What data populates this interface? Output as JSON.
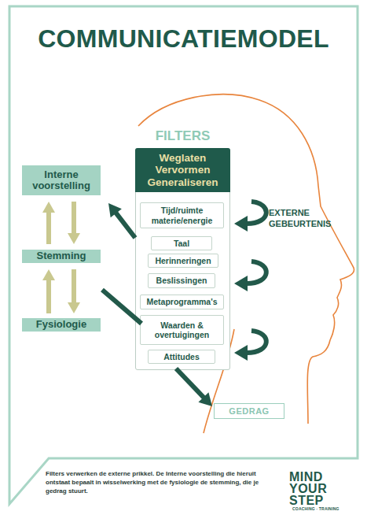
{
  "diagram": {
    "title": "COMMUNICATIEMODEL",
    "caption": "Filters verwerken de externe prikkel. De Interne voorstelling die hieruit ontstaat bepaalt in wisselwerking met de fysiologie de stemming, die je gedrag stuurt.",
    "nodes": [
      {
        "text": [
          "FILTERS",
          "Weglaten Vervormen Generaliseren"
        ]
      },
      {
        "text": [
          "Tijd/ruimte materie/energie"
        ],
        "in": 0
      },
      {
        "text": [
          "Taal"
        ],
        "in": 0
      },
      {
        "text": [
          "Herinneringen"
        ],
        "in": 0
      },
      {
        "text": [
          "Beslissingen"
        ],
        "in": 0
      },
      {
        "text": [
          "Metaprogramma's"
        ],
        "in": 0
      },
      {
        "text": [
          "Waarden & overtuigingen"
        ],
        "in": 0
      },
      {
        "text": [
          "Attitudes"
        ],
        "in": 0
      },
      {
        "text": [
          "Interne voorstelling"
        ]
      },
      {
        "text": [
          "Stemming"
        ]
      },
      {
        "text": [
          "Fysiologie"
        ]
      },
      {
        "text": [
          "GEDRAG"
        ]
      }
    ],
    "edges": [
      {
        "from": 9,
        "to": 8,
        "arrow": "to"
      },
      {
        "from": 8,
        "to": 9,
        "arrow": "to"
      },
      {
        "from": 10,
        "to": 9,
        "arrow": "to"
      },
      {
        "from": 9,
        "to": 10,
        "arrow": "to"
      },
      {
        "from": 0,
        "to": 8,
        "arrow": "to"
      },
      {
        "from": 9,
        "to": 0,
        "arrow": "none"
      },
      {
        "from": 0,
        "to": 11,
        "arrow": "to"
      }
    ],
    "labels": [
      "EXTERNE GEBEURTENIS",
      "MIND YOUR STEP",
      "COACHING · TRAINING"
    ]
  }
}
